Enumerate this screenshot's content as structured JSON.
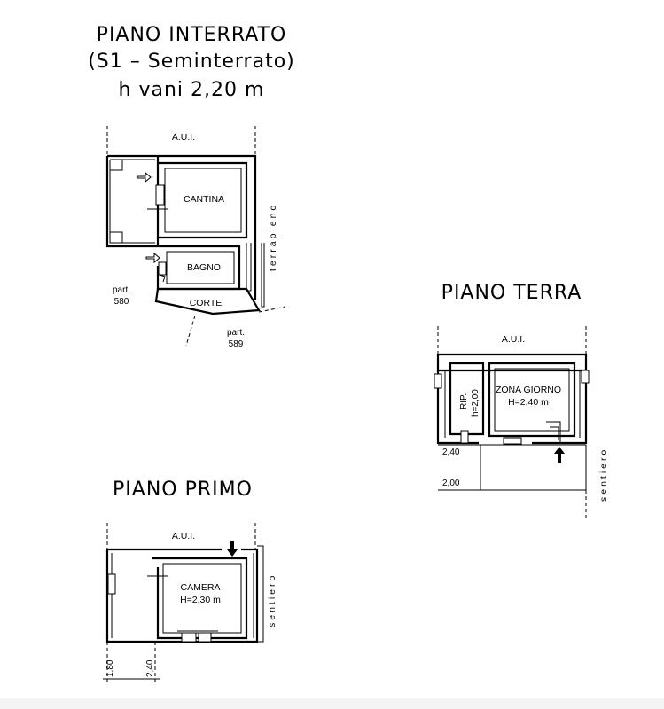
{
  "interrato": {
    "title_1": "PIANO  INTERRATO",
    "title_2": "(S1  –  Seminterrato)",
    "title_3": "h  vani  2,20  m",
    "aui": "A.U.I.",
    "cantina": "CANTINA",
    "bagno": "BAGNO",
    "corte": "CORTE",
    "terrapieno": "terrapieno",
    "part_580_a": "part.",
    "part_580_b": "580",
    "part_589_a": "part.",
    "part_589_b": "589"
  },
  "terra": {
    "title": "PIANO  TERRA",
    "aui": "A.U.I.",
    "zona_1": "ZONA  GIORNO",
    "zona_2": "H=2,40  m",
    "rip_1": "RIP.",
    "rip_2": "h=2,00",
    "dim_1": "2,40",
    "dim_2": "2,00",
    "sentiero": "sentiero"
  },
  "primo": {
    "title": "PIANO  PRIMO",
    "aui": "A.U.I.",
    "camera_1": "CAMERA",
    "camera_2": "H=2,30  m",
    "dim_1": "1,80",
    "dim_2": "2,40",
    "sentiero": "sentiero"
  }
}
